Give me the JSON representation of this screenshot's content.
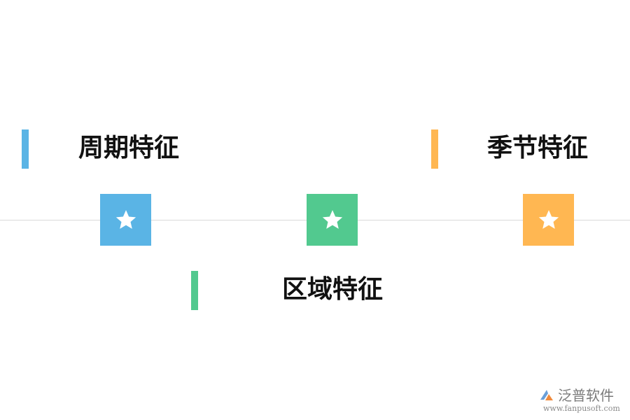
{
  "features": [
    {
      "label": "周期特征",
      "color": "#5ab4e5",
      "icon": "star-icon"
    },
    {
      "label": "区域特征",
      "color": "#52c98f",
      "icon": "star-icon"
    },
    {
      "label": "季节特征",
      "color": "#ffb752",
      "icon": "star-icon"
    }
  ],
  "logo": {
    "name": "泛普软件",
    "url": "www.fanpusoft.com",
    "color": "#7a7a7a"
  },
  "colors": {
    "timeline": "#d9d9d9",
    "label_text": "#111111"
  }
}
